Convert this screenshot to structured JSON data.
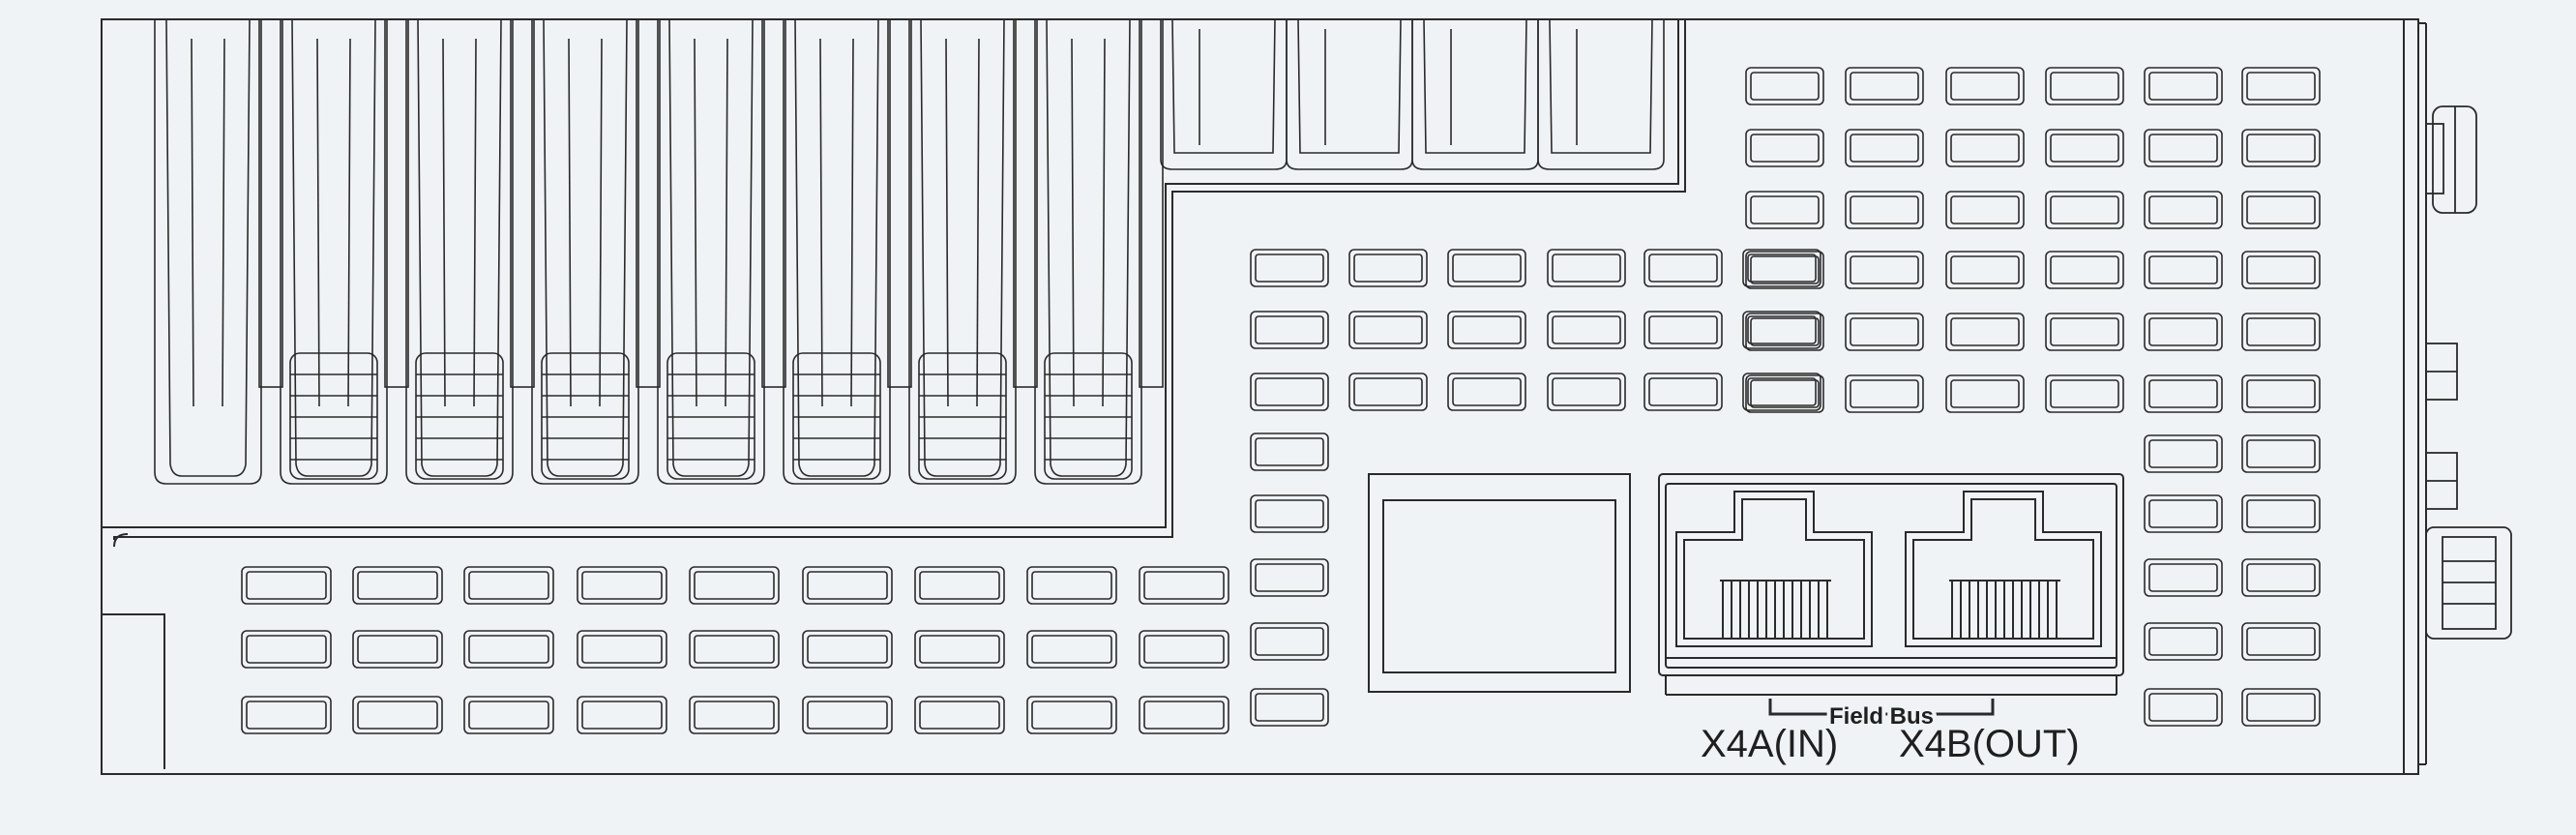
{
  "labels": {
    "bus": "Field Bus",
    "port_in": "X4A(IN)",
    "port_out": "X4B(OUT)"
  },
  "colors": {
    "background": "#eff3f5",
    "line": "#2a2a2a",
    "body_fill": "#eff3f5"
  }
}
